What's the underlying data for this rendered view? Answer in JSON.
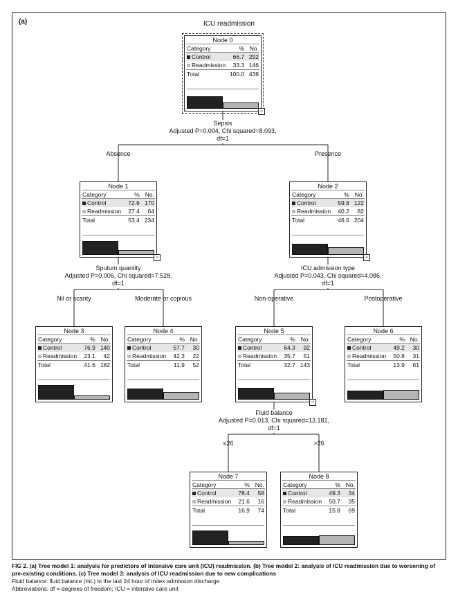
{
  "panel_label": "(a)",
  "title": "ICU readmission",
  "table_headers": {
    "category": "Category",
    "pct": "%",
    "no": "No."
  },
  "nodes": [
    {
      "name": "Node 0",
      "root": true,
      "rows": [
        {
          "label": "Control",
          "pct": "66.7",
          "no": "292",
          "pct_value": 66.7
        },
        {
          "label": "Readmission",
          "pct": "33.3",
          "no": "146",
          "pct_value": 33.3
        }
      ],
      "total": {
        "label": "Total",
        "pct": "100.0",
        "no": "438"
      },
      "collapsible": true
    },
    {
      "name": "Node 1",
      "rows": [
        {
          "label": "Control",
          "pct": "72.6",
          "no": "170",
          "pct_value": 72.6
        },
        {
          "label": "Readmission",
          "pct": "27.4",
          "no": "64",
          "pct_value": 27.4
        }
      ],
      "total": {
        "label": "Total",
        "pct": "53.4",
        "no": "234"
      },
      "collapsible": true
    },
    {
      "name": "Node 2",
      "rows": [
        {
          "label": "Control",
          "pct": "59.8",
          "no": "122",
          "pct_value": 59.8
        },
        {
          "label": "Readmission",
          "pct": "40.2",
          "no": "82",
          "pct_value": 40.2
        }
      ],
      "total": {
        "label": "Total",
        "pct": "46.6",
        "no": "204"
      },
      "collapsible": true
    },
    {
      "name": "Node 3",
      "rows": [
        {
          "label": "Control",
          "pct": "76.9",
          "no": "140",
          "pct_value": 76.9
        },
        {
          "label": "Readmission",
          "pct": "23.1",
          "no": "42",
          "pct_value": 23.1
        }
      ],
      "total": {
        "label": "Total",
        "pct": "41.6",
        "no": "182"
      },
      "collapsible": false
    },
    {
      "name": "Node 4",
      "rows": [
        {
          "label": "Control",
          "pct": "57.7",
          "no": "30",
          "pct_value": 57.7
        },
        {
          "label": "Readmission",
          "pct": "42.3",
          "no": "22",
          "pct_value": 42.3
        }
      ],
      "total": {
        "label": "Total",
        "pct": "11.9",
        "no": "52"
      },
      "collapsible": false
    },
    {
      "name": "Node 5",
      "rows": [
        {
          "label": "Control",
          "pct": "64.3",
          "no": "92",
          "pct_value": 64.3
        },
        {
          "label": "Readmission",
          "pct": "35.7",
          "no": "51",
          "pct_value": 35.7
        }
      ],
      "total": {
        "label": "Total",
        "pct": "32.7",
        "no": "143"
      },
      "collapsible": true
    },
    {
      "name": "Node 6",
      "rows": [
        {
          "label": "Control",
          "pct": "49.2",
          "no": "30",
          "pct_value": 49.2
        },
        {
          "label": "Readmission",
          "pct": "50.8",
          "no": "31",
          "pct_value": 50.8
        }
      ],
      "total": {
        "label": "Total",
        "pct": "13.9",
        "no": "61"
      },
      "collapsible": false
    },
    {
      "name": "Node 7",
      "rows": [
        {
          "label": "Control",
          "pct": "78.4",
          "no": "58",
          "pct_value": 78.4
        },
        {
          "label": "Readmission",
          "pct": "21.6",
          "no": "16",
          "pct_value": 21.6
        }
      ],
      "total": {
        "label": "Total",
        "pct": "16.9",
        "no": "74"
      },
      "collapsible": false
    },
    {
      "name": "Node 8",
      "rows": [
        {
          "label": "Control",
          "pct": "49.3",
          "no": "34",
          "pct_value": 49.3
        },
        {
          "label": "Readmission",
          "pct": "50.7",
          "no": "35",
          "pct_value": 50.7
        }
      ],
      "total": {
        "label": "Total",
        "pct": "15.8",
        "no": "69"
      },
      "collapsible": false
    }
  ],
  "splits": [
    {
      "variable": "Sepsis",
      "stats": "Adjusted P=0.004, Chi squared=8.093,",
      "df": "df=1",
      "parent": 0,
      "children": [
        1,
        2
      ],
      "branches": [
        "Absence",
        "Presence"
      ]
    },
    {
      "variable": "Sputum quantity",
      "stats": "Adjusted P=0.006, Chi squared=7.528,",
      "df": "df=1",
      "parent": 1,
      "children": [
        3,
        4
      ],
      "branches": [
        "Nil or scanty",
        "Moderate or copious"
      ]
    },
    {
      "variable": "ICU admission type",
      "stats": "Adjusted P=0.043, Chi squared=4.086,",
      "df": "df=1",
      "parent": 2,
      "children": [
        5,
        6
      ],
      "branches": [
        "Non-operative",
        "Postoperative"
      ]
    },
    {
      "variable": "Fluid balance",
      "stats": "Adjusted P=0.013, Chi squared=13.181,",
      "df": "df=1",
      "parent": 5,
      "children": [
        7,
        8
      ],
      "branches": [
        "≤26",
        ">26"
      ]
    }
  ],
  "caption": {
    "fig_label": "FIG 2.",
    "text": " (a) Tree model 1: analysis for predictors of intensive care unit (ICU) readmission. (b) Tree model 2: analysis of ICU readmission due to worsening of pre-existing conditions. (c) Tree model 3: analysis of ICU readmission due to new complications",
    "line2": "Fluid balance: fluid balance (mL) in the last 24 hour of index admission discharge",
    "line3": "Abbreviations: df = degrees of freedom; ICU = intensive care unit"
  },
  "colors": {
    "control": "#222222",
    "readmission": "#b5b5b5"
  }
}
